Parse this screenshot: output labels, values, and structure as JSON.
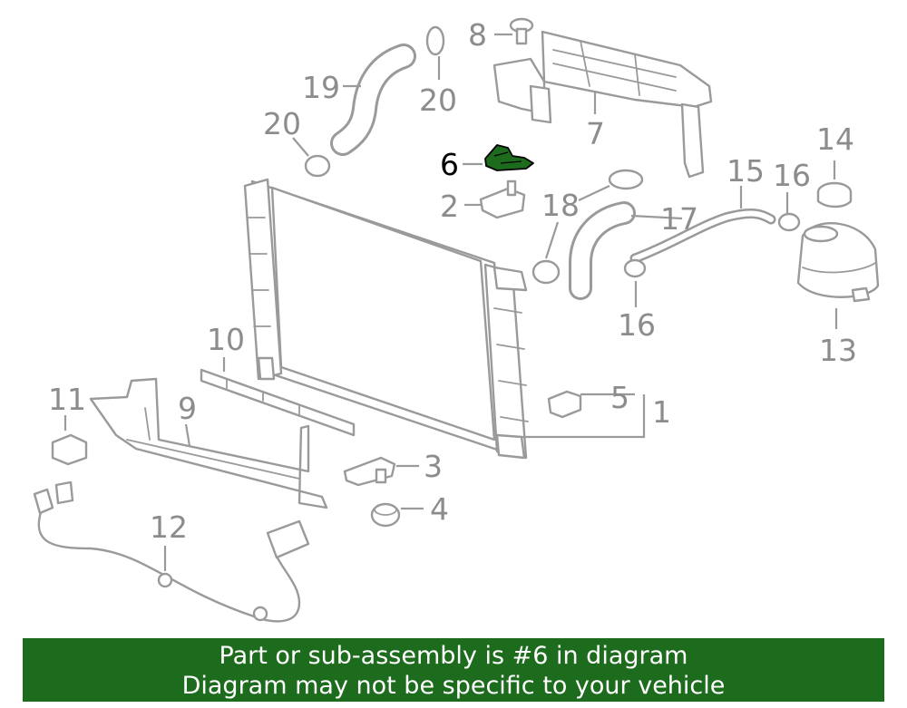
{
  "callouts": {
    "c1": "1",
    "c2": "2",
    "c3": "3",
    "c4": "4",
    "c5": "5",
    "c6": "6",
    "c7": "7",
    "c8": "8",
    "c9": "9",
    "c10": "10",
    "c11": "11",
    "c12": "12",
    "c13": "13",
    "c14": "14",
    "c15": "15",
    "c16a": "16",
    "c16b": "16",
    "c17": "17",
    "c18": "18",
    "c19": "19",
    "c20a": "20",
    "c20b": "20"
  },
  "highlight": {
    "part": "6",
    "color": "#1d6b1d"
  },
  "banner": {
    "line1": "Part or sub-assembly is #6 in diagram",
    "line2": "Diagram may not be specific to your vehicle",
    "background": "#1d6b1d"
  }
}
